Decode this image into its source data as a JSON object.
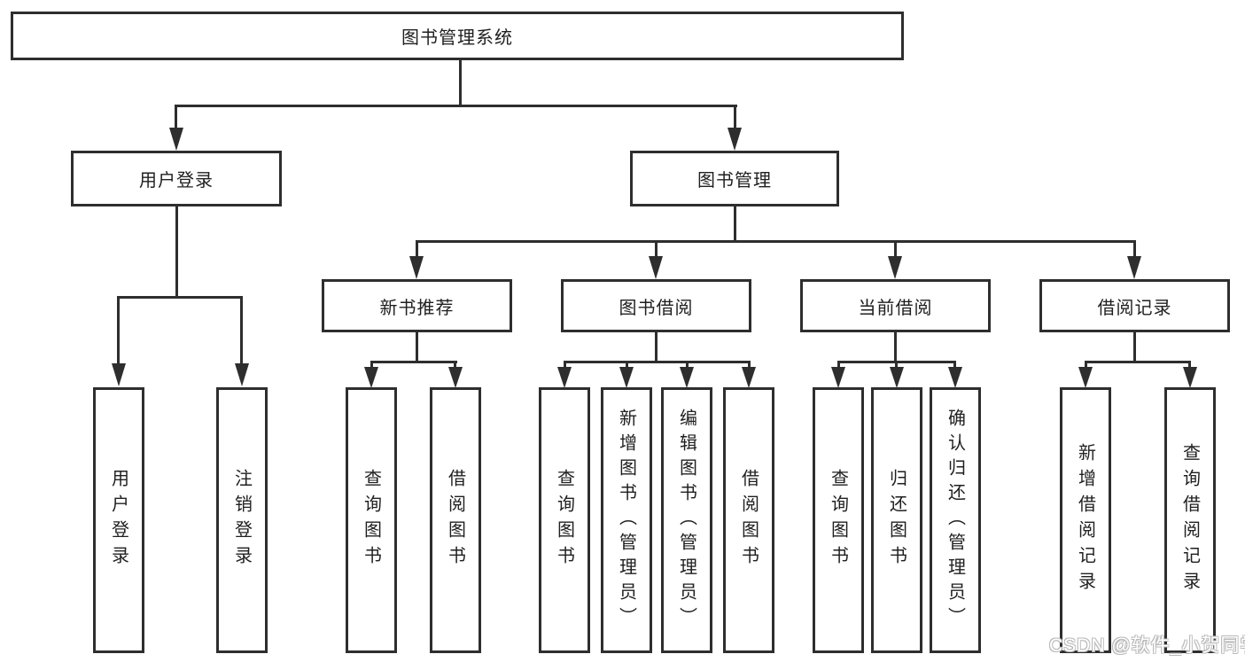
{
  "diagram": {
    "root": {
      "label": "图书管理系统"
    },
    "level2": {
      "user_login": "用户登录",
      "book_management": "图书管理"
    },
    "level3": {
      "new_book_recommend": "新书推荐",
      "book_borrow": "图书借阅",
      "current_borrow": "当前借阅",
      "borrow_records": "借阅记录"
    },
    "leaves": {
      "user_login": [
        "用户登录",
        "注销登录"
      ],
      "new_book_recommend": [
        "查询图书",
        "借阅图书"
      ],
      "book_borrow": [
        "查询图书",
        "新增图书（管理员）",
        "编辑图书（管理员）",
        "借阅图书"
      ],
      "current_borrow": [
        "查询图书",
        "归还图书",
        "确认归还（管理员）"
      ],
      "borrow_records": [
        "新增借阅记录",
        "查询借阅记录"
      ]
    },
    "watermark": "CSDN @软件_小贺同学",
    "colors": {
      "line": "#2e2e2e",
      "box_border": "#2e2e2e",
      "text": "#1f1f1f",
      "background": "#ffffff",
      "watermark_text": "#ffffff",
      "watermark_outline": "#b8b8b8"
    }
  }
}
